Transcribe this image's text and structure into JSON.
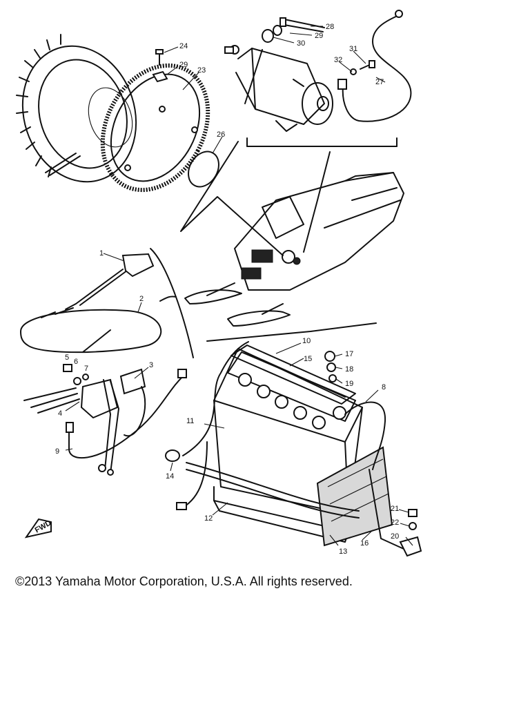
{
  "copyright": "©2013 Yamaha Motor Corporation, U.S.A. All rights reserved.",
  "fwd_label": "FWD",
  "callouts": {
    "c1": "1",
    "c2": "2",
    "c3": "3",
    "c4": "4",
    "c5": "5",
    "c6": "6",
    "c7": "7",
    "c8": "8",
    "c9": "9",
    "c10": "10",
    "c11": "11",
    "c12": "12",
    "c13": "13",
    "c14": "14",
    "c15": "15",
    "c16": "16",
    "c17": "17",
    "c18": "18",
    "c19": "19",
    "c20": "20",
    "c21": "21",
    "c22": "22",
    "c23": "23",
    "c24": "24",
    "c26": "26",
    "c27": "27",
    "c28": "28",
    "c29": "29",
    "c30": "30",
    "c31": "31",
    "c32": "32",
    "c29b": "29"
  }
}
